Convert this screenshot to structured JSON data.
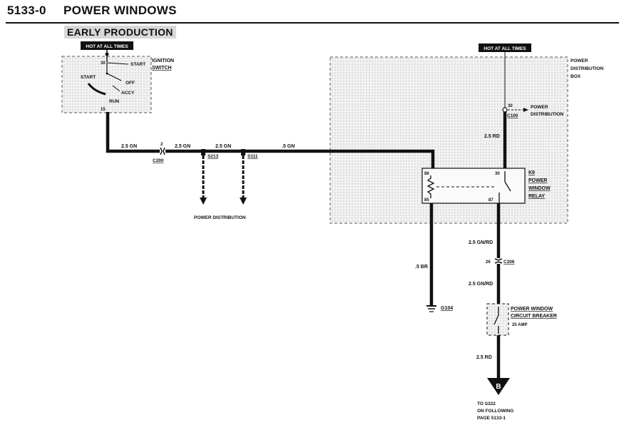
{
  "header": {
    "code": "5133-0",
    "title": "POWER WINDOWS"
  },
  "production_label": "EARLY PRODUCTION",
  "hot_tag": "HOT AT ALL TIMES",
  "ignition": {
    "title_line1": "IGNITION",
    "title_line2": "SWITCH",
    "pin_in": "30",
    "pin_out": "15",
    "pos_start": "START",
    "pos_off": "OFF",
    "pos_accy": "ACCY",
    "pos_run": "RUN"
  },
  "wires": {
    "w1": "2.5 GN",
    "w2": "2.5 GN",
    "w3": "2.5 GN",
    "w4": ".5 GN",
    "w5": "2.5 RD",
    "w6": ".5 BR",
    "w7": "2.5 GN/RD",
    "w8": "2.5 GN/RD",
    "w9": "2.5 RD"
  },
  "connectors": {
    "c200": "C200",
    "c200_pin": "2",
    "c100": "C100",
    "c100_pin": "30",
    "c206": "C206",
    "c206_pin": "26"
  },
  "splices": {
    "s213": "S213",
    "s111": "S111"
  },
  "power_distribution": "POWER DISTRIBUTION",
  "pdb": {
    "line1": "POWER",
    "line2": "DISTRIBUTION",
    "line3": "BOX",
    "out_line1": "POWER",
    "out_line2": "DISTRIBUTION"
  },
  "relay": {
    "id": "K9",
    "line1": "POWER",
    "line2": "WINDOW",
    "line3": "RELAY",
    "pin86": "86",
    "pin85": "85",
    "pin30": "30",
    "pin87": "87"
  },
  "ground": "G104",
  "breaker": {
    "line1": "POWER WINDOW",
    "line2": "CIRCUIT BREAKER",
    "rating": "25 AMP"
  },
  "continuation": {
    "letter": "B",
    "line1": "TO S322",
    "line2": "ON FOLLOWING",
    "line3": "PAGE 5133-1"
  }
}
